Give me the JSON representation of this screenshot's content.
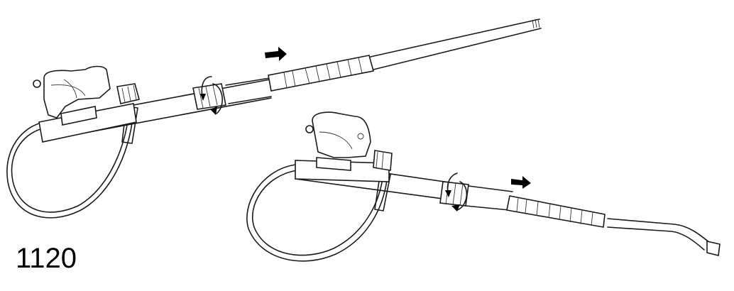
{
  "model_number": "1120",
  "illustrations": [
    {
      "id": "straight-lance",
      "rotate_arrows": true,
      "direction_arrow": "right"
    },
    {
      "id": "bent-lance",
      "rotate_arrows": true,
      "direction_arrow": "right"
    }
  ],
  "colors": {
    "line": "#1a1a1a",
    "background": "#ffffff"
  }
}
